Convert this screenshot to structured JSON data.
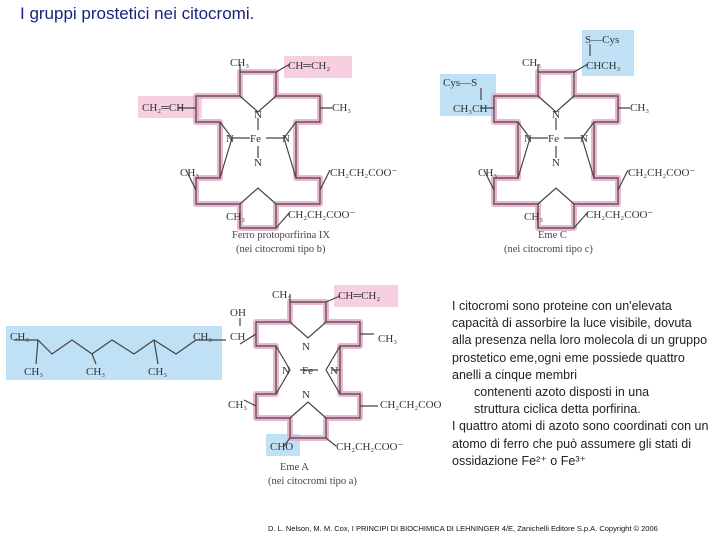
{
  "title": "I gruppi prostetici nei citocromi.",
  "colors": {
    "title": "#1a237e",
    "pink": "#f6d0e1",
    "blue": "#bfe0f5"
  },
  "structures": {
    "heme_b": {
      "top_left": "CH₃",
      "top_right": "CH═CH₂",
      "left_upper": "CH₂═CH",
      "right_upper": "CH₃",
      "left_lower": "CH₃",
      "right_lower": "CH₂CH₂COO⁻",
      "bottom_left": "CH₃",
      "bottom_right": "CH₂CH₂COO⁻",
      "n": "N",
      "fe": "Fe",
      "caption_1": "Ferro protoporfirina IX",
      "caption_2": "(nei citocromi tipo b)"
    },
    "heme_c": {
      "s_cys_top": "S—Cys",
      "top_left": "CH₃",
      "top_right": "CHCH₃",
      "cys_s_left": "Cys—S",
      "left_upper": "CH₃CH",
      "right_upper": "CH₃",
      "left_lower": "CH₃",
      "right_lower": "CH₂CH₂COO⁻",
      "bottom_left": "CH₃",
      "bottom_right": "CH₂CH₂COO⁻",
      "n": "N",
      "fe": "Fe",
      "caption_1": "Eme C",
      "caption_2": "(nei citocromi tipo c)"
    },
    "heme_a": {
      "top_left": "CH₃",
      "top_right": "CH═CH₂",
      "oh": "OH",
      "ch": "CH",
      "chain_ch3": "CH₃",
      "chain_start": "CH₃",
      "chain_ch3_1": "CH₃",
      "chain_ch3_2": "CH₃",
      "chain_ch3_3": "CH₃",
      "right_upper": "CH₃",
      "right_lower": "CH₂CH₂COO",
      "left_lower": "CH₃",
      "bottom_left": "CHO",
      "bottom_right": "CH₂CH₂COO⁻",
      "n": "N",
      "fe": "Fe",
      "caption_1": "Eme A",
      "caption_2": "(nei citocromi tipo a)"
    }
  },
  "description": {
    "line1": "I citocromi sono proteine con un'elevata capacità di assorbire la luce visibile, dovuta alla presenza nella loro molecola di un gruppo prostetico eme,ogni eme possiede quattro anelli a cinque membri",
    "line2": "contenenti azoto disposti in una",
    "line3": "struttura ciclica detta porfirina.",
    "line4": "I quattro atomi di azoto sono coordinati con un atomo di ferro che può assumere gli stati di ossidazione Fe²⁺ o Fe³⁺"
  },
  "footer": "D. L. Nelson, M. M. Cox, I PRINCIPI DI BIOCHIMICA DI LEHNINGER 4/E,  Zanichelli Editore S.p.A. Copyright © 2006"
}
